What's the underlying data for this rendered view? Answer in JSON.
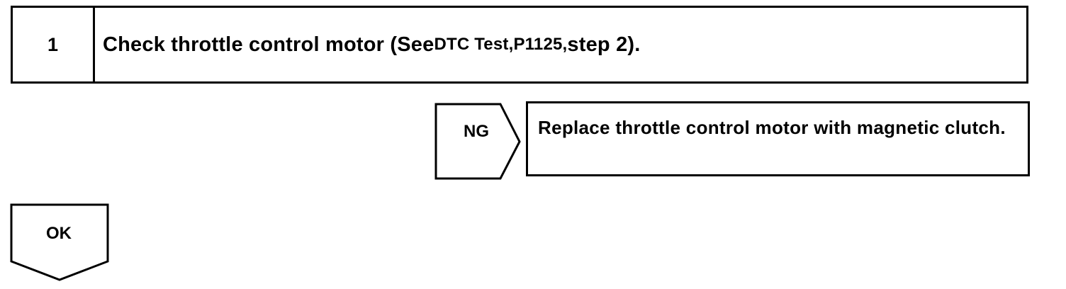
{
  "flowchart": {
    "step": {
      "number": "1",
      "text_main": "Check throttle control motor (See ",
      "text_ref": "DTC Test,P1125,",
      "text_end": "step 2)."
    },
    "ng_branch": {
      "label": "NG",
      "action": "Replace throttle control motor with magnetic clutch."
    },
    "ok_branch": {
      "label": "OK"
    }
  }
}
